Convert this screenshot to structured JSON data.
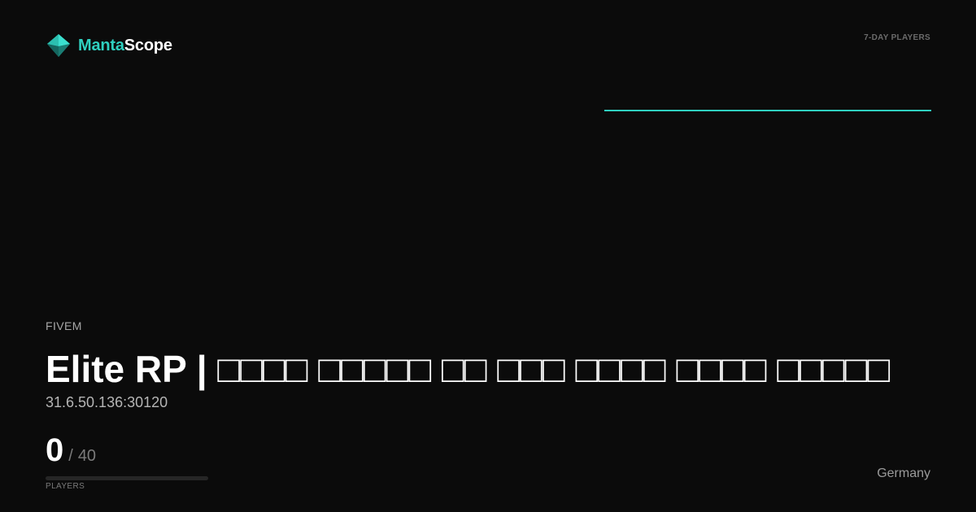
{
  "brand": {
    "name_part1": "Manta",
    "name_part2": "Scope",
    "color": "#2fd0c0"
  },
  "chart": {
    "caption": "7-DAY PLAYERS",
    "chart_data": {
      "type": "line",
      "title": "7-DAY PLAYERS",
      "xlabel": "",
      "ylabel": "",
      "grid": false,
      "series": [
        {
          "values": [
            0,
            0,
            0,
            0,
            0,
            0,
            0,
            0
          ]
        }
      ],
      "line_color": "#2fd0c0"
    }
  },
  "server": {
    "game": "FIVEM",
    "name": "Elite RP | □□□□ □□□□□ □□ □□□ □□□□ □□□□ □□□□□",
    "address": "31.6.50.136:30120",
    "players_current": "0",
    "players_separator": "/",
    "players_max": "40",
    "players_label": "PLAYERS",
    "player_fill_fraction": 0,
    "country": "Germany"
  }
}
